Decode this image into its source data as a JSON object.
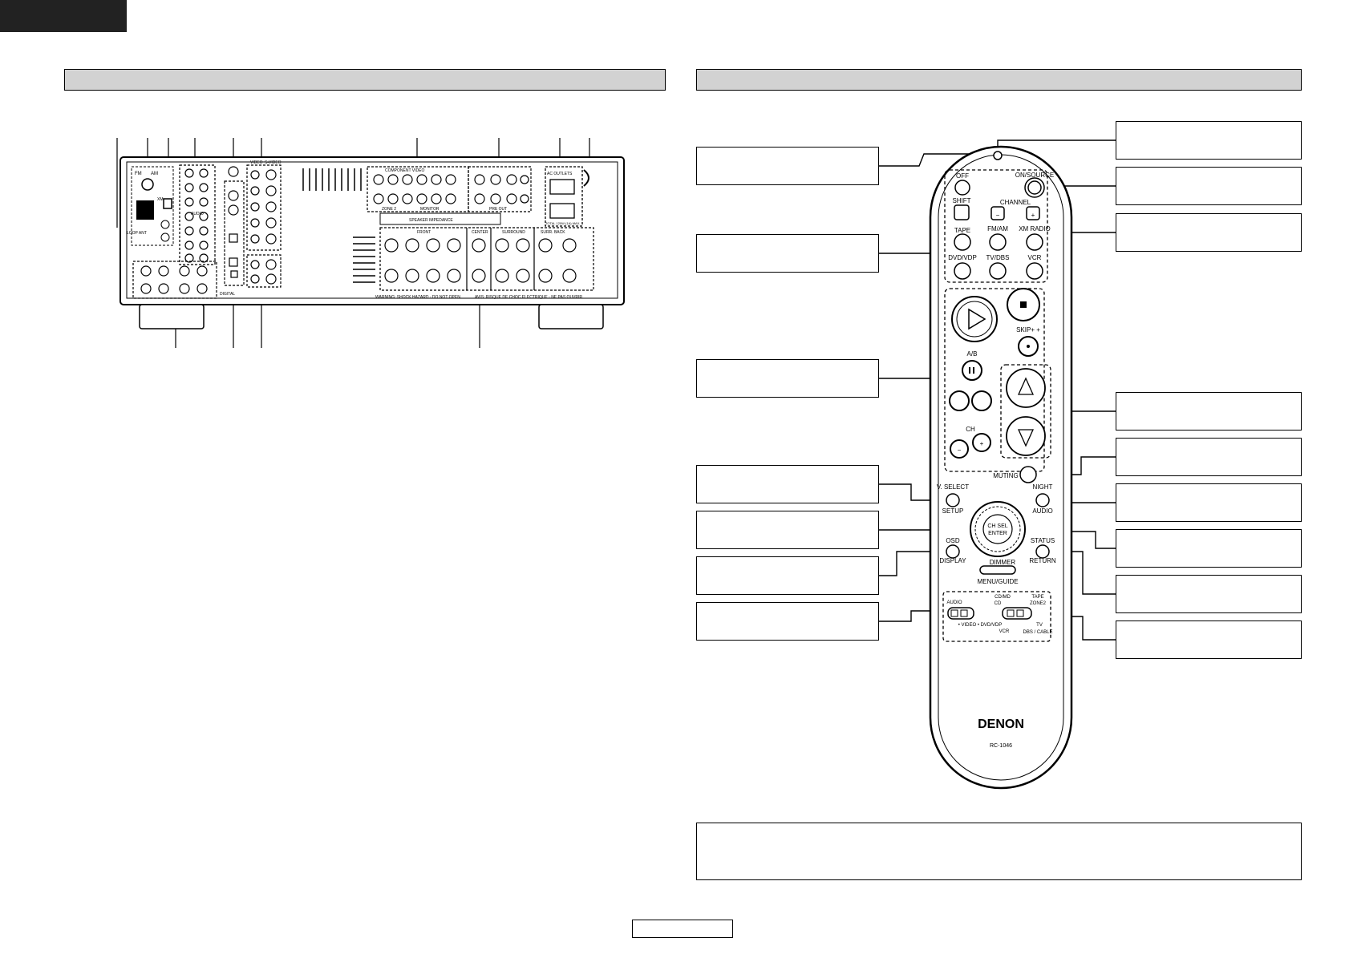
{
  "remote": {
    "buttons": {
      "off": "OFF",
      "on_source": "ON/SOURCE",
      "shift": "SHIFT",
      "channel": "CHANNEL",
      "minus": "−",
      "plus": "+",
      "tape": "TAPE",
      "fm_am": "FM/AM",
      "xm_radio": "XM RADIO",
      "dvd_vdp": "DVD/VDP",
      "tv_dbs": "TV/DBS",
      "vcr": "VCR",
      "skip_plus": "SKIP+ +",
      "ab": "A/B",
      "ch": "CH",
      "muting": "MUTING",
      "v_select": "V. SELECT",
      "setup": "SETUP",
      "night": "NIGHT",
      "audio": "AUDIO",
      "ch_sel": "CH SEL",
      "enter": "ENTER",
      "osd": "OSD",
      "display": "DISPLAY",
      "status": "STATUS",
      "return": "RETURN",
      "dimmer": "DIMMER",
      "menu_guide": "MENU/GUIDE"
    },
    "switches": {
      "cd_md": "CD/MD",
      "cd": "CD",
      "tape": "TAPE",
      "zone2": "ZONE2",
      "audio": "AUDIO",
      "video_row": "• VIDEO • DVD/VDP",
      "vcr": "VCR",
      "tv": "TV",
      "dbs_cable": "DBS / CABLE"
    },
    "brand": "DENON",
    "model": "RC-1046"
  },
  "rear_panel": {
    "warning": "WARNING: SHOCK HAZARD - DO NOT OPEN.",
    "warning_fr": "AVIS: RISQUE DE CHOC ELECTRIQUE - NE PAS OUVRIR.",
    "speaker_impedance": "SPEAKER IMPEDANCE",
    "front": "FRONT",
    "center": "CENTER",
    "surround": "SURROUND",
    "surr_back": "SURR. BACK",
    "pre_out": "PRE OUT",
    "ac_outlets": "AC OUTLETS",
    "ac_rating": "TOTAL 120W (1A) MAX.",
    "component_video": "COMPONENT VIDEO",
    "audio": "AUDIO",
    "video": "VIDEO",
    "s_video": "S-VIDEO",
    "monitor": "MONITOR",
    "zone2": "ZONE 2",
    "digital": "DIGITAL",
    "xm": "XM",
    "fm": "FM",
    "am": "AM",
    "loop_ant": "LOOP ANT"
  }
}
